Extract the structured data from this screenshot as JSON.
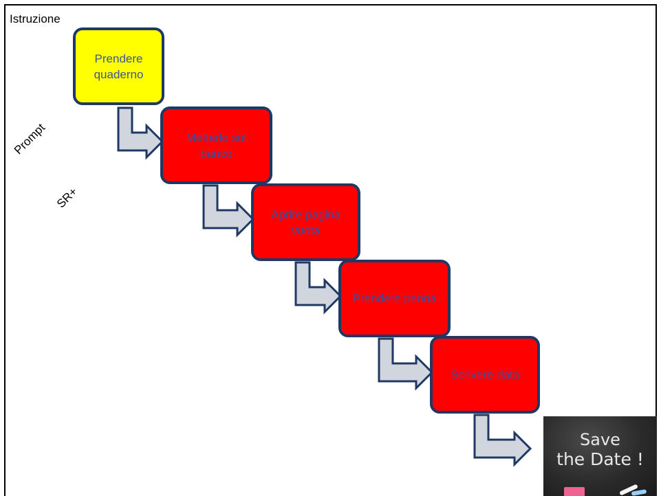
{
  "title": "Istruzione",
  "side_labels": {
    "prompt": "Prompt",
    "reinforcer": "SR+"
  },
  "steps": [
    {
      "label": "Prendere quaderno",
      "color": "#ffff00"
    },
    {
      "label": "Metterlo sul banco",
      "color": "#ff0000"
    },
    {
      "label": "Aprire pagina vuota",
      "color": "#ff0000"
    },
    {
      "label": "Prendere penna",
      "color": "#ff0000"
    },
    {
      "label": "Scrivere data",
      "color": "#ff0000"
    }
  ],
  "colors": {
    "border": "#1f3864",
    "arrow_fill": "#d0d5de",
    "arrow_stroke": "#1f3864"
  },
  "final_image": {
    "line1": "Save",
    "line2": "the Date !"
  }
}
